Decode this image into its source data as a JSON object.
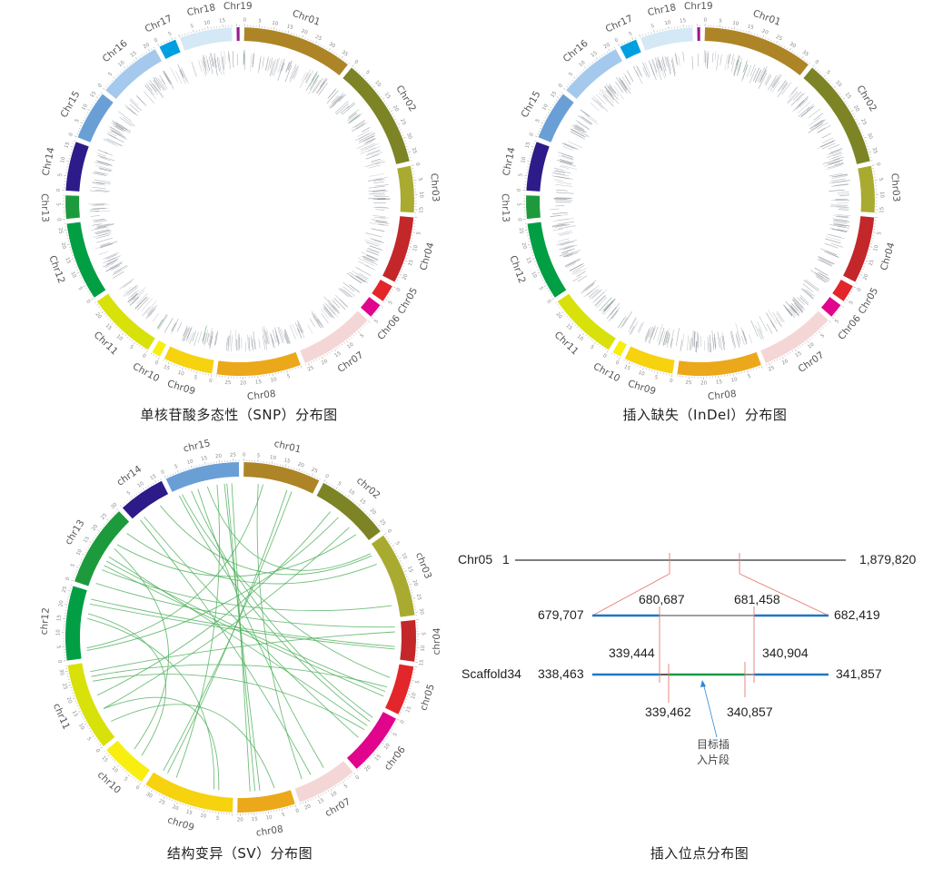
{
  "panels": {
    "snp": {
      "caption": "单核苷酸多态性（SNP）分布图",
      "chromosomes": [
        {
          "name": "Chr01",
          "size": 38,
          "color": "#ad8526"
        },
        {
          "name": "Chr02",
          "size": 38,
          "color": "#7d8425"
        },
        {
          "name": "Chr03",
          "size": 16,
          "color": "#a9ab30"
        },
        {
          "name": "Chr04",
          "size": 23,
          "color": "#c3272a"
        },
        {
          "name": "Chr05",
          "size": 6,
          "color": "#e3262a"
        },
        {
          "name": "Chr06",
          "size": 5,
          "color": "#e0058c"
        },
        {
          "name": "Chr07",
          "size": 26,
          "color": "#f5d6d6"
        },
        {
          "name": "Chr08",
          "size": 29,
          "color": "#eba81a"
        },
        {
          "name": "Chr09",
          "size": 17,
          "color": "#f6d20f"
        },
        {
          "name": "Chr10",
          "size": 3,
          "color": "#f8ee10"
        },
        {
          "name": "Chr11",
          "size": 24,
          "color": "#d8e10a"
        },
        {
          "name": "Chr12",
          "size": 27,
          "color": "#029e43"
        },
        {
          "name": "Chr13",
          "size": 8,
          "color": "#1d9a3b"
        },
        {
          "name": "Chr14",
          "size": 17,
          "color": "#2c1b88"
        },
        {
          "name": "Chr15",
          "size": 17,
          "color": "#6a9fd6"
        },
        {
          "name": "Chr16",
          "size": 22,
          "color": "#a5c9ed"
        },
        {
          "name": "Chr17",
          "size": 6,
          "color": "#00a0e0"
        },
        {
          "name": "Chr18",
          "size": 18,
          "color": "#d4e8f5"
        },
        {
          "name": "Chr19",
          "size": 1,
          "color": "#9a1a8a"
        }
      ]
    },
    "indel": {
      "caption": "插入缺失（InDel）分布图"
    },
    "sv": {
      "caption": "结构变异（SV）分布图",
      "chromosomes": [
        {
          "name": "chr01",
          "size": 28,
          "color": "#ad8526"
        },
        {
          "name": "chr02",
          "size": 27,
          "color": "#7d8425"
        },
        {
          "name": "chr03",
          "size": 31,
          "color": "#a9ab30"
        },
        {
          "name": "chr04",
          "size": 15,
          "color": "#c3272a"
        },
        {
          "name": "chr05",
          "size": 18,
          "color": "#e3262a"
        },
        {
          "name": "chr06",
          "size": 23,
          "color": "#e0058c"
        },
        {
          "name": "chr07",
          "size": 22,
          "color": "#f5d6d6"
        },
        {
          "name": "chr08",
          "size": 21,
          "color": "#eba81a"
        },
        {
          "name": "chr09",
          "size": 33,
          "color": "#f6d20f"
        },
        {
          "name": "chr10",
          "size": 17,
          "color": "#f8ee10"
        },
        {
          "name": "chr11",
          "size": 32,
          "color": "#d8e10a"
        },
        {
          "name": "chr12",
          "size": 27,
          "color": "#029e43"
        },
        {
          "name": "chr13",
          "size": 30,
          "color": "#1d9a3b"
        },
        {
          "name": "chr14",
          "size": 17,
          "color": "#2c1b88"
        },
        {
          "name": "chr15",
          "size": 27,
          "color": "#6a9fd6"
        }
      ],
      "link_color": "#4caf5a",
      "links": [
        [
          0,
          20,
          8,
          30
        ],
        [
          0,
          18,
          8,
          28
        ],
        [
          14,
          24,
          7,
          16
        ],
        [
          14,
          22,
          7,
          14
        ],
        [
          14,
          21,
          7,
          12
        ],
        [
          14,
          14,
          2,
          3
        ],
        [
          1,
          8,
          10,
          18
        ],
        [
          1,
          12,
          11,
          3
        ],
        [
          1,
          22,
          12,
          20
        ],
        [
          2,
          4,
          13,
          12
        ],
        [
          2,
          8,
          12,
          26
        ],
        [
          2,
          26,
          12,
          8
        ],
        [
          3,
          2,
          12,
          2
        ],
        [
          3,
          10,
          11,
          24
        ],
        [
          3,
          11,
          11,
          22
        ],
        [
          4,
          6,
          13,
          22
        ],
        [
          4,
          12,
          12,
          12
        ],
        [
          4,
          14,
          12,
          10
        ],
        [
          5,
          4,
          13,
          26
        ],
        [
          5,
          6,
          14,
          2
        ],
        [
          5,
          8,
          12,
          14
        ],
        [
          6,
          8,
          14,
          10
        ],
        [
          6,
          14,
          13,
          2
        ],
        [
          7,
          6,
          10,
          6
        ],
        [
          8,
          6,
          10,
          12
        ],
        [
          8,
          8,
          11,
          16
        ],
        [
          9,
          6,
          11,
          18
        ],
        [
          10,
          26,
          4,
          10
        ],
        [
          10,
          24,
          5,
          10
        ],
        [
          10,
          12,
          1,
          18
        ],
        [
          11,
          4,
          0,
          8
        ],
        [
          12,
          18,
          9,
          10
        ],
        [
          14,
          18,
          8,
          24
        ],
        [
          0,
          6,
          6,
          18
        ],
        [
          10,
          28,
          3,
          4
        ],
        [
          13,
          4,
          5,
          14
        ]
      ]
    },
    "insertion": {
      "caption": "插入位点分布图",
      "chr_label": "Chr05",
      "chr_start": "1",
      "chr_end": "1,879,820",
      "region_start": "679,707",
      "region_end": "682,419",
      "region_left_bp": "680,687",
      "region_right_bp": "681,458",
      "scaffold_label": "Scaffold34",
      "scaffold_start": "338,463",
      "scaffold_end": "341,857",
      "scaffold_left_bp": "339,444",
      "scaffold_right_bp": "340,904",
      "insert_start": "339,462",
      "insert_end": "340,857",
      "insert_note_line1": "目标插",
      "insert_note_line2": "入片段",
      "colors": {
        "flank": "#1f77c4",
        "insert": "#1a9a45",
        "connector": "#e77b72",
        "axis": "#333333"
      }
    }
  }
}
